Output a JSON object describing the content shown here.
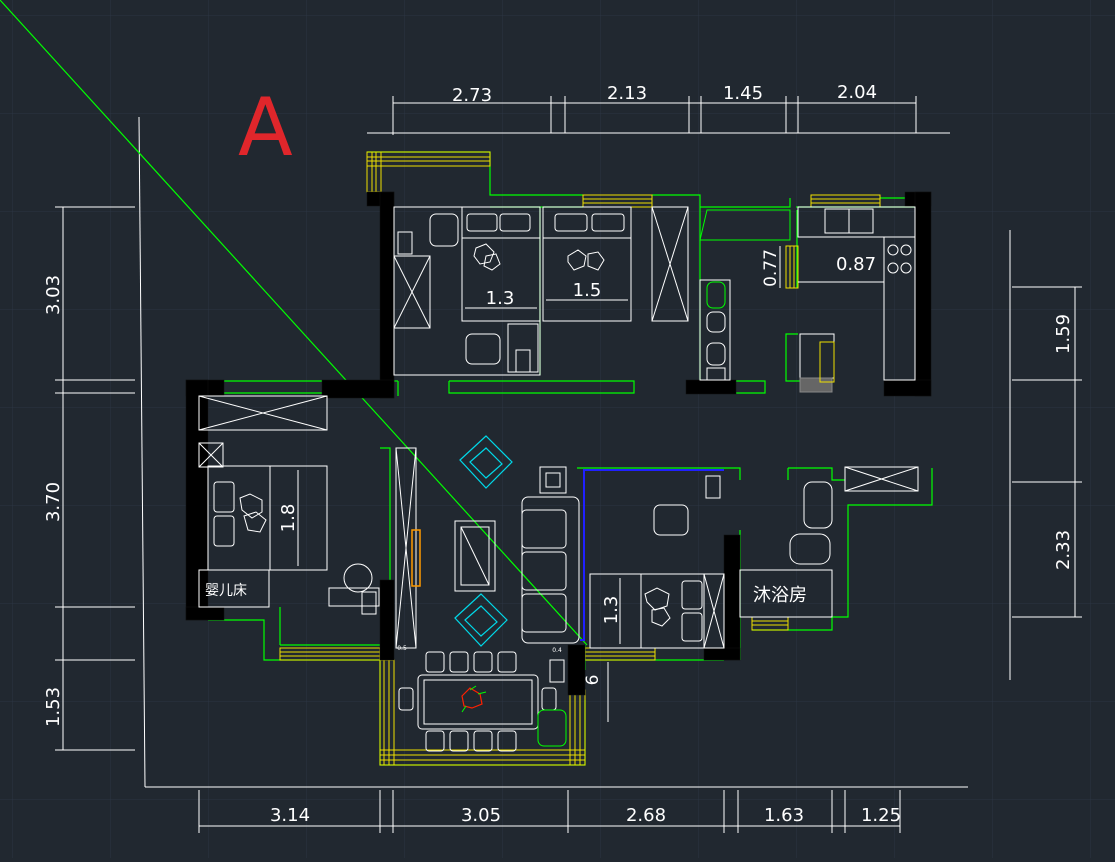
{
  "sheet": {
    "label": "A",
    "label_color": "#e0262b"
  },
  "colors": {
    "background": "#212830",
    "grid": "#2b3440",
    "wall": "#000000",
    "line_green": "#00ff00",
    "line_white": "#ffffff",
    "window_yellow": "#f0e000",
    "chair_cyan": "#00d8e8",
    "door_blue": "#2020ff",
    "accent_red": "#ff2000",
    "accent_orange": "#ff9a00"
  },
  "dimensions": {
    "top": [
      "2.73",
      "2.13",
      "1.45",
      "2.04"
    ],
    "bottom": [
      "3.14",
      "3.05",
      "2.68",
      "1.63",
      "1.25"
    ],
    "left": [
      "3.03",
      "3.70",
      "1.53"
    ],
    "right": [
      "1.59",
      "2.33"
    ]
  },
  "room_labels": {
    "bathroom": "沐浴房",
    "crib": "婴儿床"
  },
  "furniture_labels": {
    "bed_1": "1.3",
    "bed_2": "1.5",
    "master_bed": "1.8",
    "guest_bed": "1.3",
    "kitchen_w": "0.77",
    "kitchen_d": "0.87",
    "step": "6",
    "small_a": "0.5",
    "small_b": "0.4"
  }
}
